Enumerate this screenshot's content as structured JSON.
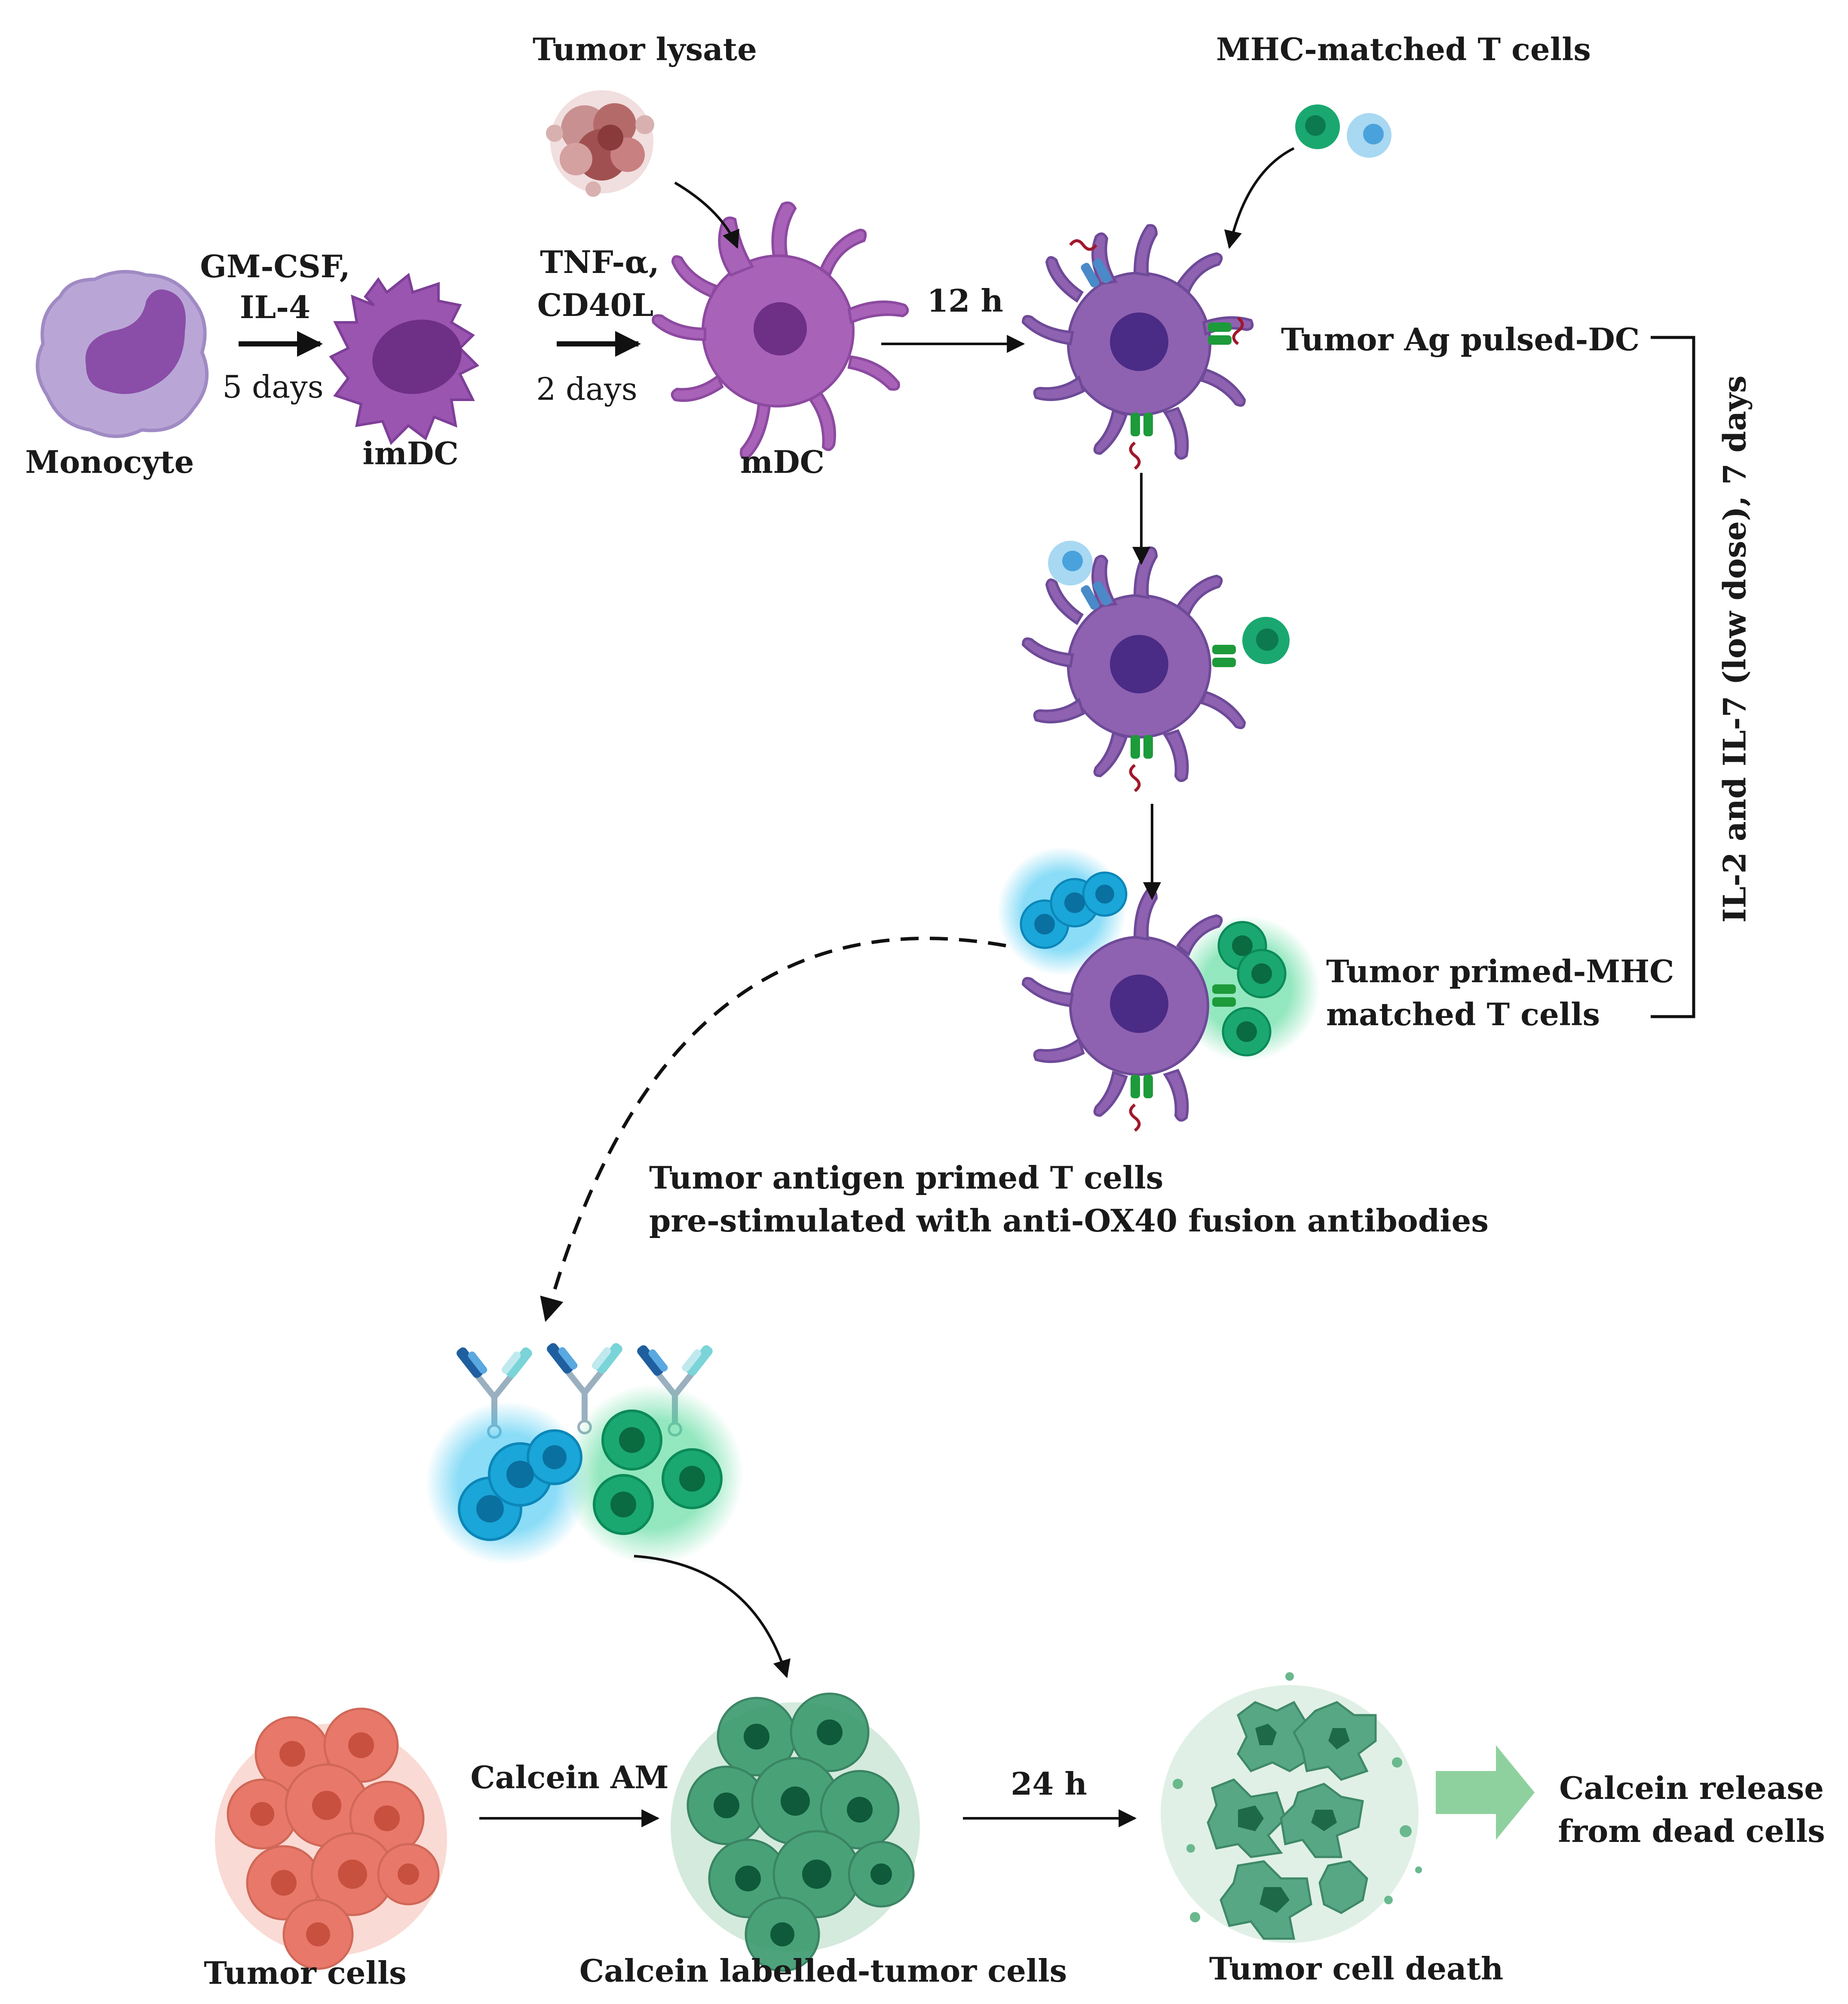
{
  "colors": {
    "monocyte_outer": "#b9a6d6",
    "monocyte_nucleus": "#8a4da8",
    "imdc_body": "#9a55b0",
    "imdc_nucleus": "#6e2f86",
    "mdc_body": "#a862b8",
    "pulsed_dc_body": "#8e62b0",
    "pulsed_dc_nucleus": "#4a2b86",
    "t_cell_green": "#1aa870",
    "t_cell_blue": "#5ab4e6",
    "primed_cyan": "#1aa6d8",
    "tumor_lysate": "#b56a6a",
    "tumor_cells": "#e8786a",
    "labelled_tumor": "#3a9a6e",
    "dead_tumor": "#4aa07a",
    "release_arrow": "#8fd19e",
    "antigen_red": "#a0182a",
    "mhc_blue": "#4a8ac8",
    "tcr_green": "#1d9a3a"
  },
  "labels": {
    "monocyte": "Monocyte",
    "imdc": "imDC",
    "mdc": "mDC",
    "tumor_lysate": "Tumor lysate",
    "mhc_matched_t_cells": "MHC-matched T cells",
    "step1_cytokines_1": "GM-CSF,",
    "step1_cytokines_2": "IL-4",
    "step1_duration": "5 days",
    "step2_cytokines_1": "TNF-α,",
    "step2_cytokines_2": "CD40L",
    "step2_duration": "2 days",
    "step3_duration": "12 h",
    "tumor_ag_pulsed_dc": "Tumor Ag pulsed-DC",
    "tumor_primed_1": "Tumor primed-MHC",
    "tumor_primed_2": "matched T cells",
    "bracket_label": "IL-2 and IL-7 (low dose), 7 days",
    "primed_desc_1": "Tumor antigen primed T cells",
    "primed_desc_2": "pre-stimulated with anti-OX40 fusion antibodies",
    "tumor_cells": "Tumor cells",
    "calcein_am": "Calcein AM",
    "calcein_labelled": "Calcein labelled-tumor cells",
    "duration_24h": "24 h",
    "tumor_cell_death": "Tumor cell death",
    "release_1": "Calcein release",
    "release_2": "from dead cells"
  },
  "icons": [
    "monocyte-icon",
    "imdc-icon",
    "mdc-icon",
    "tumor-lysate-icon",
    "t-cells-icon",
    "pulsed-dc-icon",
    "dc-t-cell-contact-icon",
    "primed-dc-t-cell-icon",
    "antibody-icon",
    "primed-t-cell-cluster-icon",
    "tumor-cells-icon",
    "calcein-labelled-tumor-icon",
    "dead-tumor-icon",
    "release-arrow-icon"
  ]
}
